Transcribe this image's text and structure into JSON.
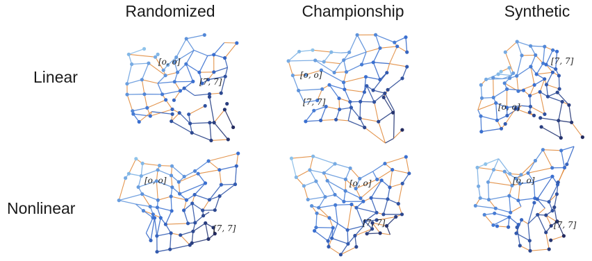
{
  "columns": [
    "Randomized",
    "Championship",
    "Synthetic"
  ],
  "rows": [
    "Linear",
    "Nonlinear"
  ],
  "panels": [
    {
      "row": 0,
      "col": 0,
      "labels": [
        "[o, o]",
        "[7, 7]"
      ]
    },
    {
      "row": 0,
      "col": 1,
      "labels": [
        "[o, o]",
        "[7, 7]"
      ]
    },
    {
      "row": 0,
      "col": 2,
      "labels": [
        "[7, 7]",
        "[o, o]"
      ]
    },
    {
      "row": 1,
      "col": 0,
      "labels": [
        "[o, o]",
        "[7, 7]"
      ]
    },
    {
      "row": 1,
      "col": 1,
      "labels": [
        "[o, o]",
        "[7, 7]"
      ]
    },
    {
      "row": 1,
      "col": 2,
      "labels": [
        "[o, o]",
        "[7, 7]"
      ]
    }
  ],
  "colors": {
    "node_light": "#8fc3ea",
    "node_mid": "#3a6fd0",
    "node_dark": "#232a5e",
    "edge_orange": "#e0893a",
    "edge_blue": "#3b6fd0",
    "edge_dark": "#2a2e5c"
  }
}
